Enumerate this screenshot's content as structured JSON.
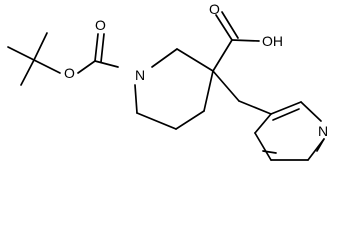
{
  "molecule": {
    "atoms": {
      "ring_n": "N",
      "carbamate_o": "O",
      "ester_o": "O",
      "acid_carbonyl_o": "O",
      "acid_oh": "OH",
      "pyridine_n": "N"
    },
    "colors": {
      "bond": "#000000",
      "label": "#000000",
      "background": "#ffffff"
    }
  }
}
